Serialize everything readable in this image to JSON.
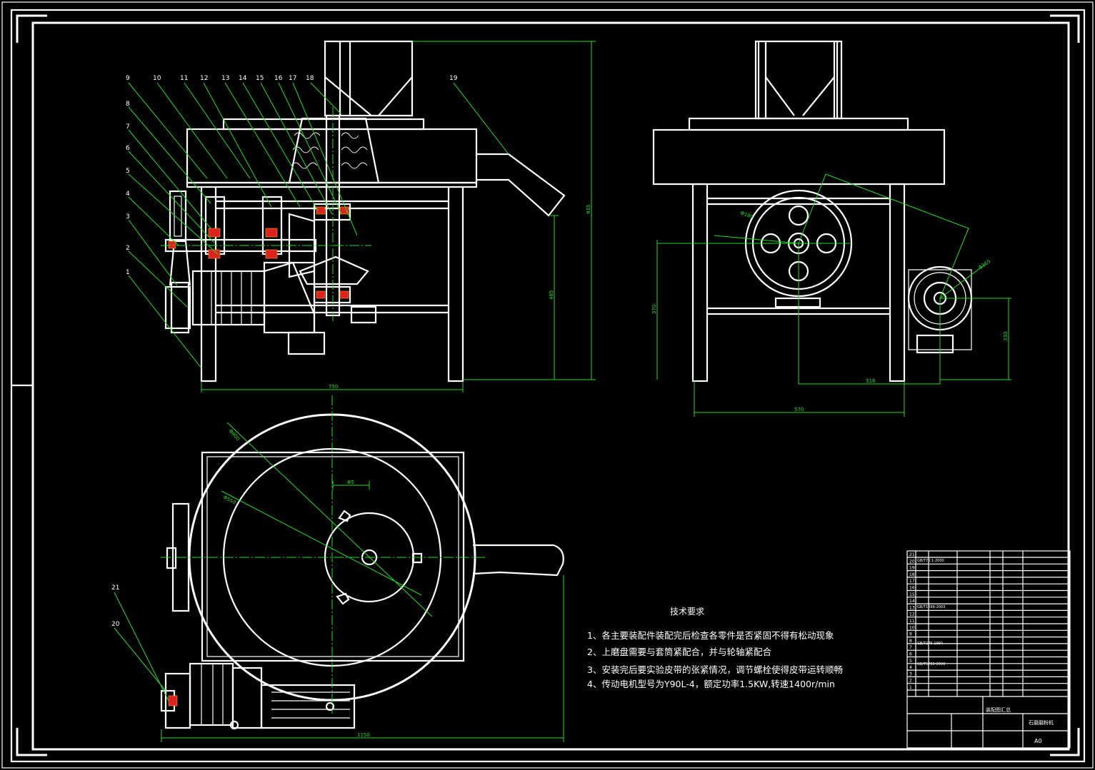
{
  "part_numbers_side": [
    "9",
    "10",
    "11",
    "12",
    "13",
    "14",
    "15",
    "16",
    "17",
    "18",
    "19",
    "8",
    "7",
    "6",
    "5",
    "4",
    "3",
    "2",
    "1"
  ],
  "part_numbers_top": [
    "21",
    "20"
  ],
  "dimensions": {
    "front_width": "750",
    "front_height": "935",
    "front_mid_height": "485",
    "side_width": "570",
    "side_offset": "318",
    "side_left_height": "370",
    "side_right_height": "330",
    "top_outer_dia": "Φ800",
    "top_inner_dia": "Φ550",
    "top_hub": "Φ5",
    "top_width": "1150",
    "side_pulley_dia_1": "Φ180",
    "side_pulley_dia_2": "Φ165"
  },
  "technical_requirements": {
    "title": "技术要求",
    "items": [
      "1、各主要装配件装配完后检查各零件是否紧固不得有松动现象",
      "2、上磨盘需要与套筒紧配合，并与轮轴紧配合",
      "3、安装完后要实验皮带的张紧情况，调节螺栓使得皮带运转顺畅",
      "4、传动电机型号为Y90L-4，额定功率1.5KW,转速1400r/min"
    ]
  },
  "title_block": {
    "drawing_title": "石磨磨粉机",
    "subtitle": "装配图汇总",
    "sheet_size": "A0",
    "row_numbers": [
      "21",
      "20",
      "19",
      "18",
      "17",
      "16",
      "15",
      "14",
      "13",
      "12",
      "11",
      "10",
      "9",
      "8",
      "7",
      "6",
      "5",
      "4",
      "3",
      "2",
      "1"
    ],
    "std_codes": [
      "GB/T70.1-2000",
      "GB/T1096-2003",
      "GB/T276-1994",
      "GB/T5782-2000"
    ]
  }
}
